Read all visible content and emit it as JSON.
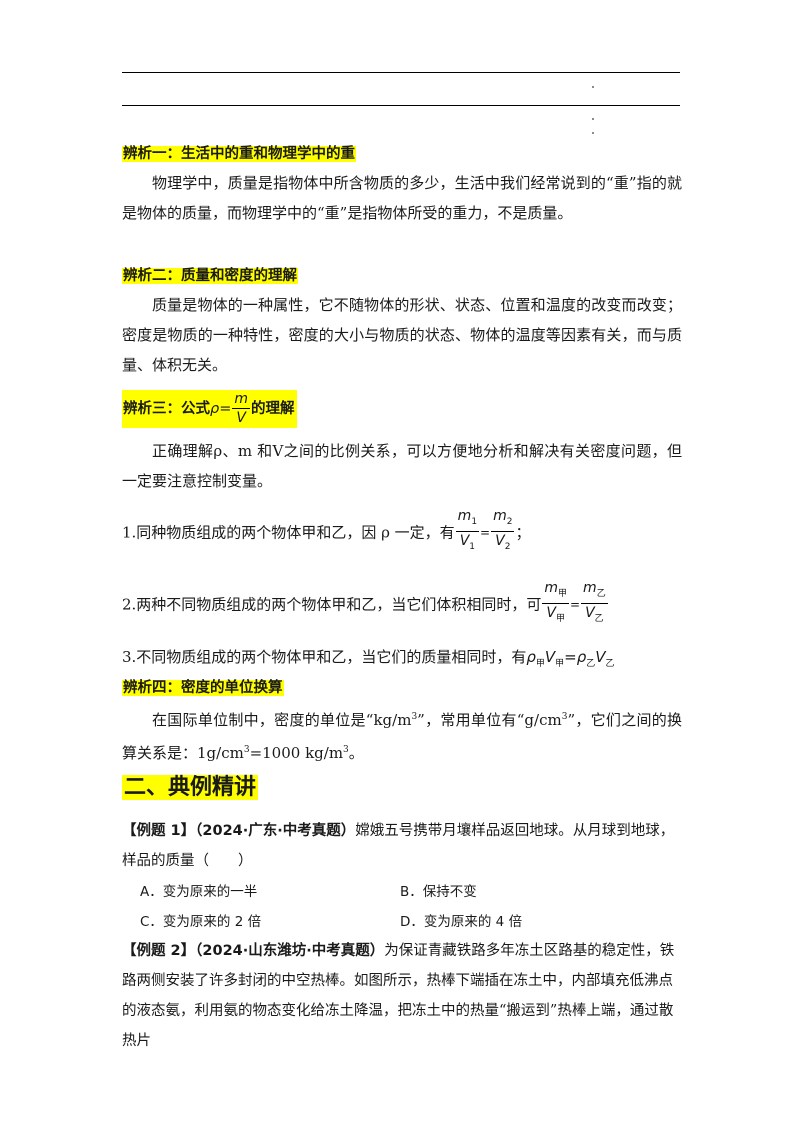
{
  "analysis1": {
    "heading": "辨析一：生活中的重和物理学中的重",
    "body": "物理学中，质量是指物体中所含物质的多少，生活中我们经常说到的“重”指的就是物体的质量，而物理学中的“重”是指物体所受的重力，不是质量。"
  },
  "analysis2": {
    "heading": "辨析二：质量和密度的理解",
    "body": "质量是物体的一种属性，它不随物体的形状、状态、位置和温度的改变而改变；密度是物质的一种特性，密度的大小与物质的状态、物体的温度等因素有关，而与质量、体积无关。"
  },
  "analysis3": {
    "heading_prefix": "辨析三：公式",
    "rho": "ρ",
    "eq": "=",
    "m": "m",
    "V": "V",
    "heading_suffix": "的理解",
    "body": "正确理解ρ、m 和V之间的比例关系，可以方便地分析和解决有关密度问题，但一定要注意控制变量。",
    "item1_text": "1.同种物质组成的两个物体甲和乙，因 ρ 一定，有",
    "item1_sub1": "1",
    "item1_sub2": "2",
    "item1_end": "；",
    "item2_text": "2.两种不同物质组成的两个物体甲和乙，当它们体积相同时，可",
    "sub_jia": "甲",
    "sub_yi": "乙",
    "item3_text": "3.不同物质组成的两个物体甲和乙，当它们的质量相同时，有"
  },
  "analysis4": {
    "heading": "辨析四：密度的单位换算",
    "body_a": "在国际单位制中，密度的单位是“kg/m",
    "sup3": "3",
    "body_b": "”，常用单位有“g/cm",
    "body_c": "”，它们之间的换算关系是：1g/cm",
    "body_d": "=1000 kg/m",
    "body_e": "。"
  },
  "section2": {
    "title": "二、典例精讲"
  },
  "example1": {
    "label": "【例题 1】",
    "source": "（2024·广东·中考真题）",
    "text": "嫦娥五号携带月壤样品返回地球。从月球到地球，样品的质量（　　）",
    "options": [
      "A．变为原来的一半",
      "B．保持不变",
      "C．变为原来的 2 倍",
      "D．变为原来的 4 倍"
    ]
  },
  "example2": {
    "label": "【例题 2】",
    "source": "（2024·山东潍坊·中考真题）",
    "text": "为保证青藏铁路多年冻土区路基的稳定性，铁路两侧安装了许多封闭的中空热棒。如图所示，热棒下端插在冻土中，内部填充低沸点的液态氨，利用氨的物态变化给冻土降温，把冻土中的热量“搬运到”热棒上端，通过散热片"
  }
}
